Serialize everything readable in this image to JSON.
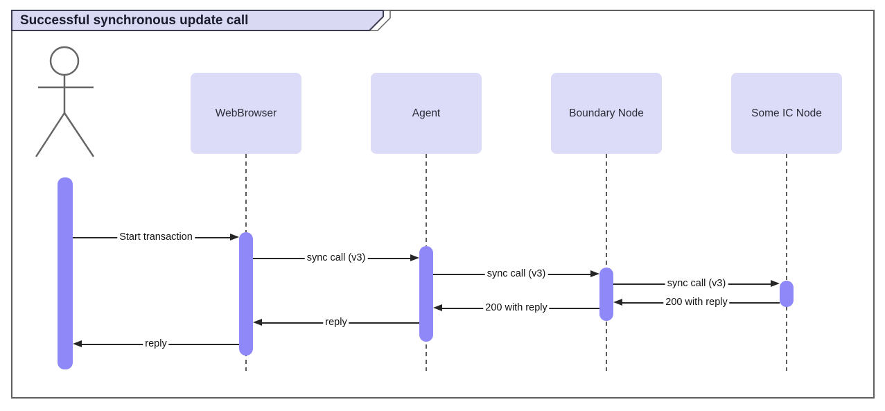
{
  "title": {
    "text": "Successful synchronous update call"
  },
  "actor": {
    "icon": "stick-figure"
  },
  "participants": [
    {
      "label": "WebBrowser"
    },
    {
      "label": "Agent"
    },
    {
      "label": "Boundary Node"
    },
    {
      "label": "Some IC Node"
    }
  ],
  "messages": [
    {
      "label": "Start transaction",
      "from": "actor",
      "to": "WebBrowser",
      "direction": "right"
    },
    {
      "label": "sync call (v3)",
      "from": "WebBrowser",
      "to": "Agent",
      "direction": "right"
    },
    {
      "label": "sync call (v3)",
      "from": "Agent",
      "to": "Boundary Node",
      "direction": "right"
    },
    {
      "label": "sync call (v3)",
      "from": "Boundary Node",
      "to": "Some IC Node",
      "direction": "right"
    },
    {
      "label": "200 with reply",
      "from": "Some IC Node",
      "to": "Boundary Node",
      "direction": "left"
    },
    {
      "label": "200 with reply",
      "from": "Boundary Node",
      "to": "Agent",
      "direction": "left"
    },
    {
      "label": "reply",
      "from": "Agent",
      "to": "WebBrowser",
      "direction": "left"
    },
    {
      "label": "reply",
      "from": "WebBrowser",
      "to": "actor",
      "direction": "left"
    }
  ],
  "colors": {
    "activation_bar": "#8e88f8",
    "participant_fill": "#dcdcf8",
    "title_fill": "#d9d9f3",
    "title_border": "#3c3c50",
    "frame_border": "#5f5f5f",
    "arrow": "#262626",
    "lifeline": "#333333",
    "actor_stroke": "#666666"
  }
}
